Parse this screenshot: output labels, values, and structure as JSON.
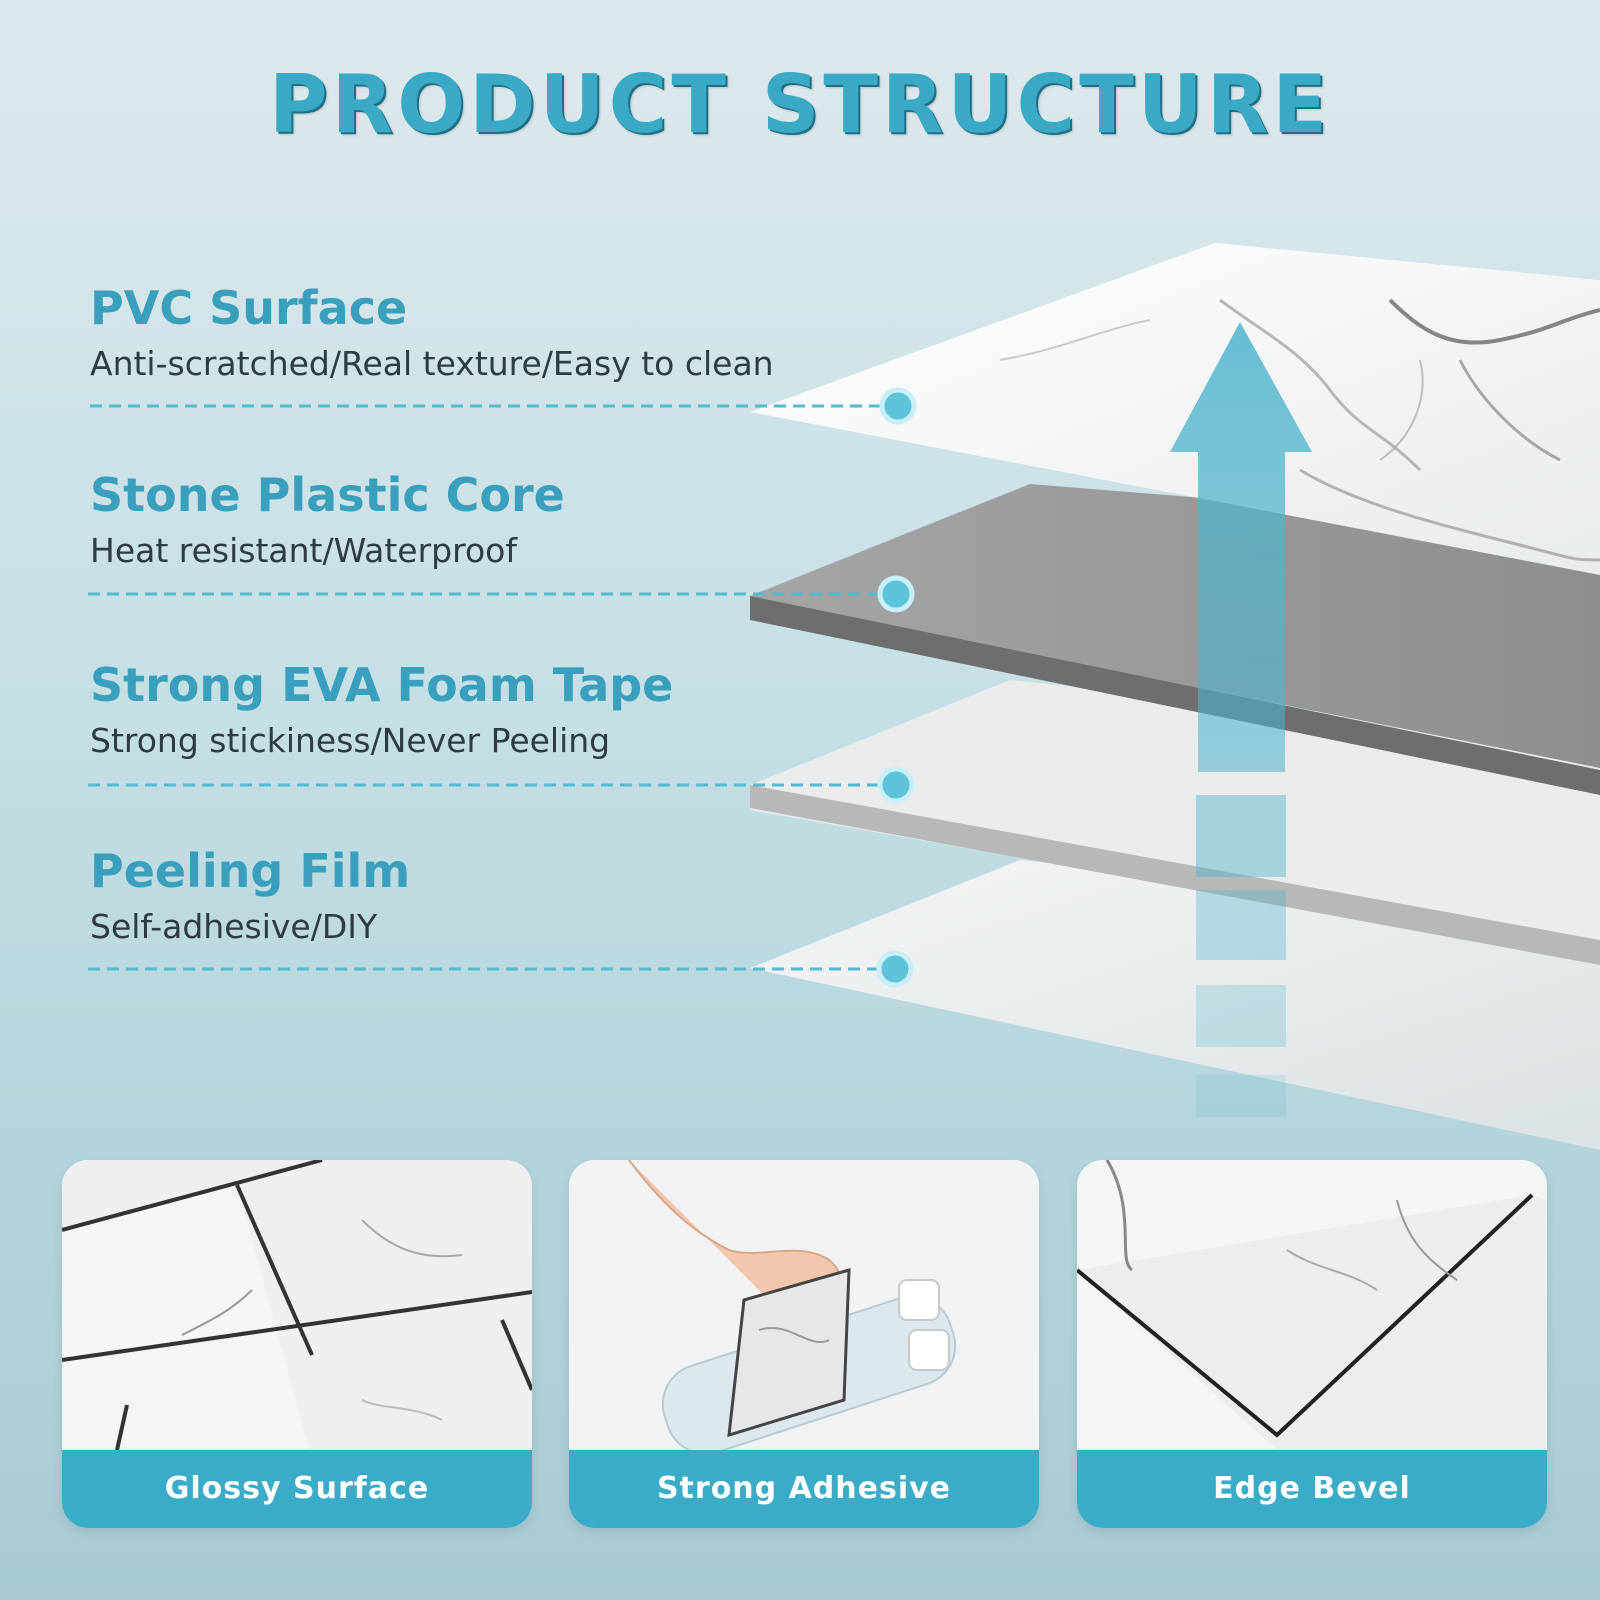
{
  "header": {
    "title": "PRODUCT STRUCTURE"
  },
  "layers": [
    {
      "name": "PVC Surface",
      "description": "Anti-scratched/Real texture/Easy to clean"
    },
    {
      "name": "Stone Plastic Core",
      "description": "Heat resistant/Waterproof"
    },
    {
      "name": "Strong EVA Foam Tape",
      "description": "Strong stickiness/Never Peeling"
    },
    {
      "name": "Peeling Film",
      "description": "Self-adhesive/DIY"
    }
  ],
  "cards": [
    {
      "label": "Glossy Surface"
    },
    {
      "label": "Strong Adhesive"
    },
    {
      "label": "Edge Bevel"
    }
  ],
  "colors": {
    "accent": "#3aa9c6",
    "card_label_bg": "#3aacc7",
    "core_gray": "#9a9a9a",
    "arrow": "#5bb7cc"
  }
}
